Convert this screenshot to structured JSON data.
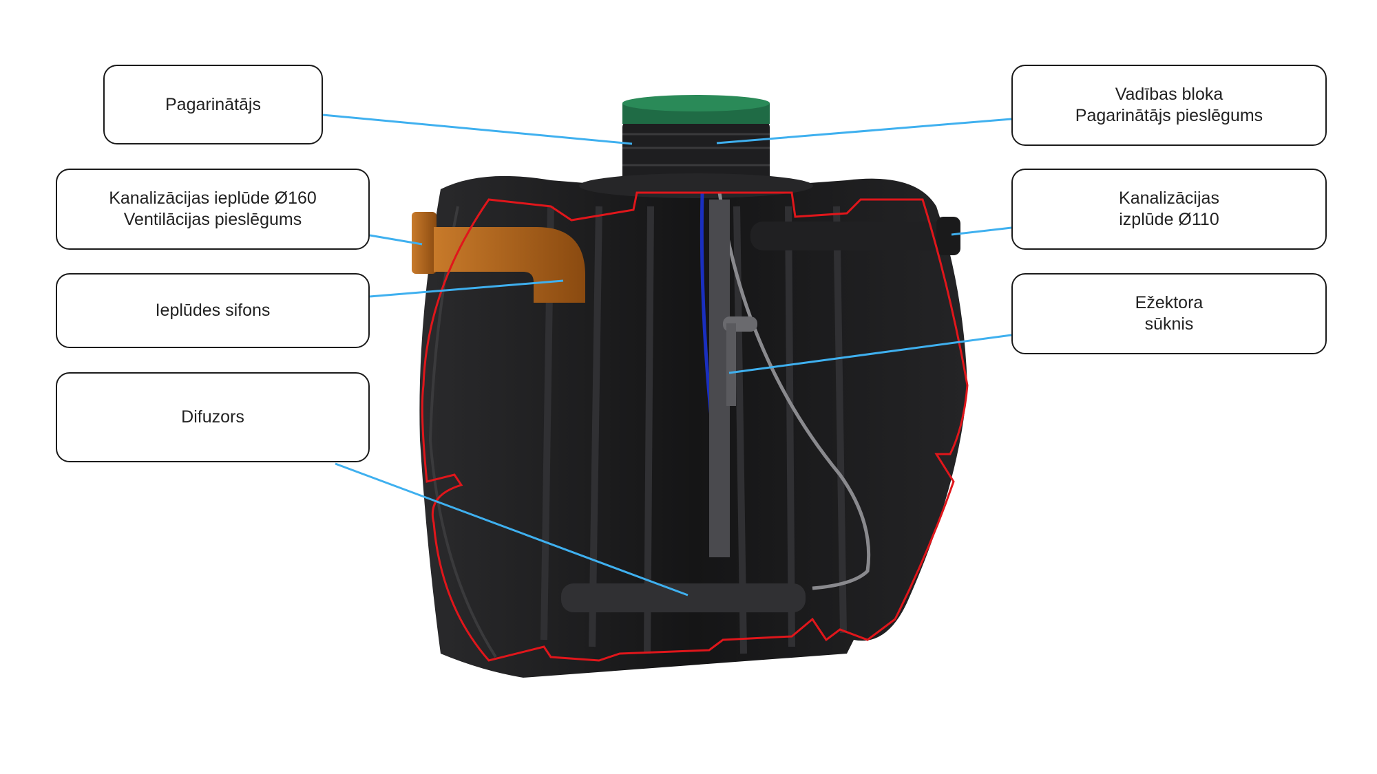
{
  "labels": {
    "extension": "Pagarinātājs",
    "inlet_line1": "Kanalizācijas ieplūde Ø160",
    "inlet_line2": "Ventilācijas pieslēgums",
    "siphon": "Ieplūdes sifons",
    "diffuser": "Difuzors",
    "control_line1": "Vadības bloka",
    "control_line2": "Pagarinātājs pieslēgums",
    "outlet_line1": "Kanalizācijas",
    "outlet_line2": "izplūde Ø110",
    "ejector_line1": "Ežektora",
    "ejector_line2": "sūknis"
  },
  "colors": {
    "leader": "#3fb0ef",
    "cutline": "#e0161b",
    "tank": "#1c1c1e",
    "lid": "#1f6b45",
    "pipe_orange": "#9a5312"
  }
}
